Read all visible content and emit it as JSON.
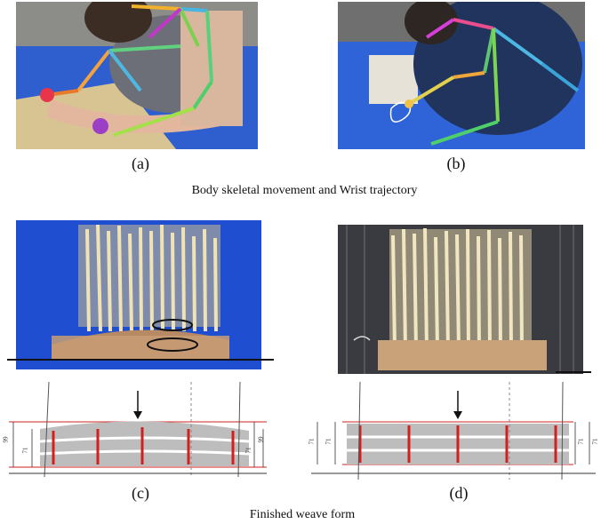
{
  "panels": {
    "a": {
      "label": "(a)"
    },
    "b": {
      "label": "(b)"
    },
    "c": {
      "label": "(c)",
      "dim_left": [
        "99",
        "71"
      ],
      "dim_right": [
        "99",
        "71"
      ]
    },
    "d": {
      "label": "(d)",
      "dim_left": [
        "71",
        "71"
      ],
      "dim_right": [
        "71",
        "71"
      ]
    }
  },
  "captions": {
    "skeleton": "Body skeletal movement and Wrist trajectory",
    "weave": "Finished weave form"
  },
  "colors": {
    "tarp_blue": "#1f4fd0",
    "carpet_dark": "#3a3b40",
    "straw": "#e8d9ad",
    "red_line": "#d21f1f",
    "gray_band": "#bdbdbd"
  }
}
